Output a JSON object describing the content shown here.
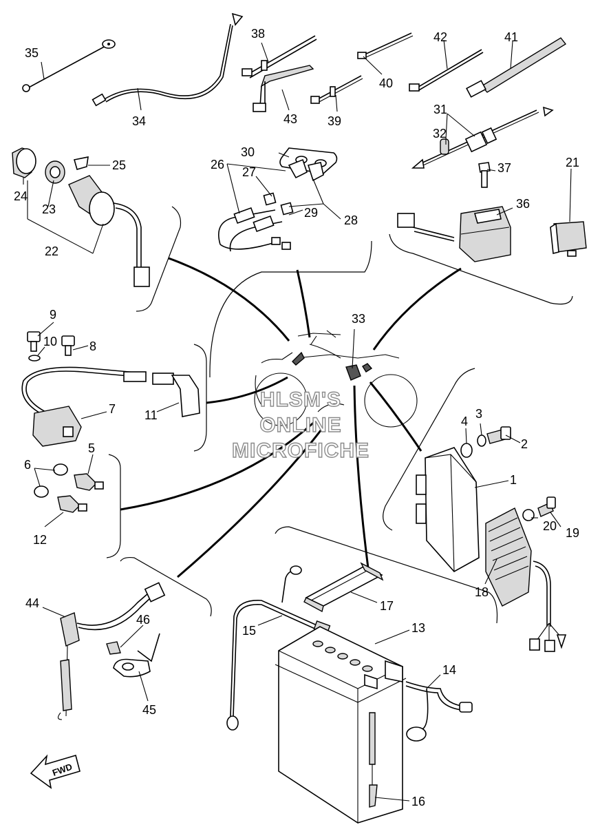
{
  "labels": [
    "1",
    "2",
    "3",
    "4",
    "5",
    "6",
    "7",
    "8",
    "9",
    "10",
    "11",
    "12",
    "13",
    "14",
    "15",
    "16",
    "17",
    "18",
    "19",
    "20",
    "21",
    "22",
    "23",
    "24",
    "25",
    "26",
    "27",
    "28",
    "29",
    "30",
    "31",
    "32",
    "33",
    "34",
    "35",
    "36",
    "37",
    "38",
    "39",
    "40",
    "41",
    "42",
    "43",
    "44",
    "45",
    "46"
  ],
  "watermark": [
    "HLSM'S",
    "ONLINE",
    "MICROFICHE"
  ],
  "fwd_label": "FWD"
}
